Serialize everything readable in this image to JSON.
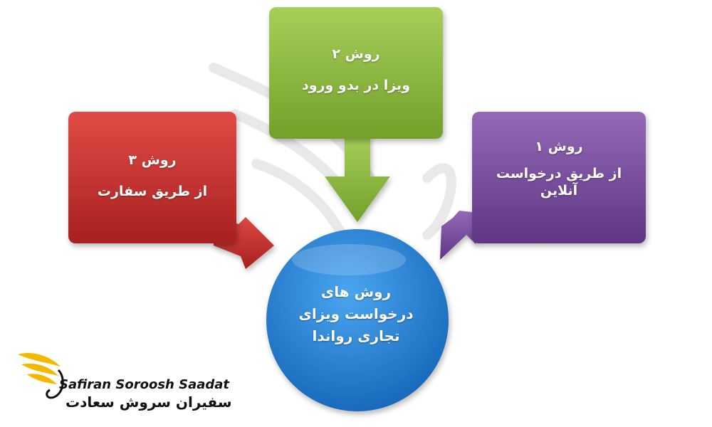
{
  "boxes": {
    "green": {
      "title": "روش ۲",
      "subtitle": "ویزا در بدو ورود",
      "color": "#8ab73a"
    },
    "red": {
      "title": "روش ۳",
      "subtitle": "از طریق سفارت",
      "color": "#c9302c"
    },
    "purple": {
      "title": "روش ۱",
      "subtitle": "از طریق درخواست آنلاین",
      "color": "#7a4b9c"
    }
  },
  "center": {
    "line1": "روش های",
    "line2": "درخواست ویزای",
    "line3": "تجاری رواندا",
    "color": "#2a7fd0"
  },
  "logo": {
    "english": "Safiran Soroosh Saadat",
    "persian": "سفیران سروش سعادت",
    "accent": "#f5b800"
  }
}
